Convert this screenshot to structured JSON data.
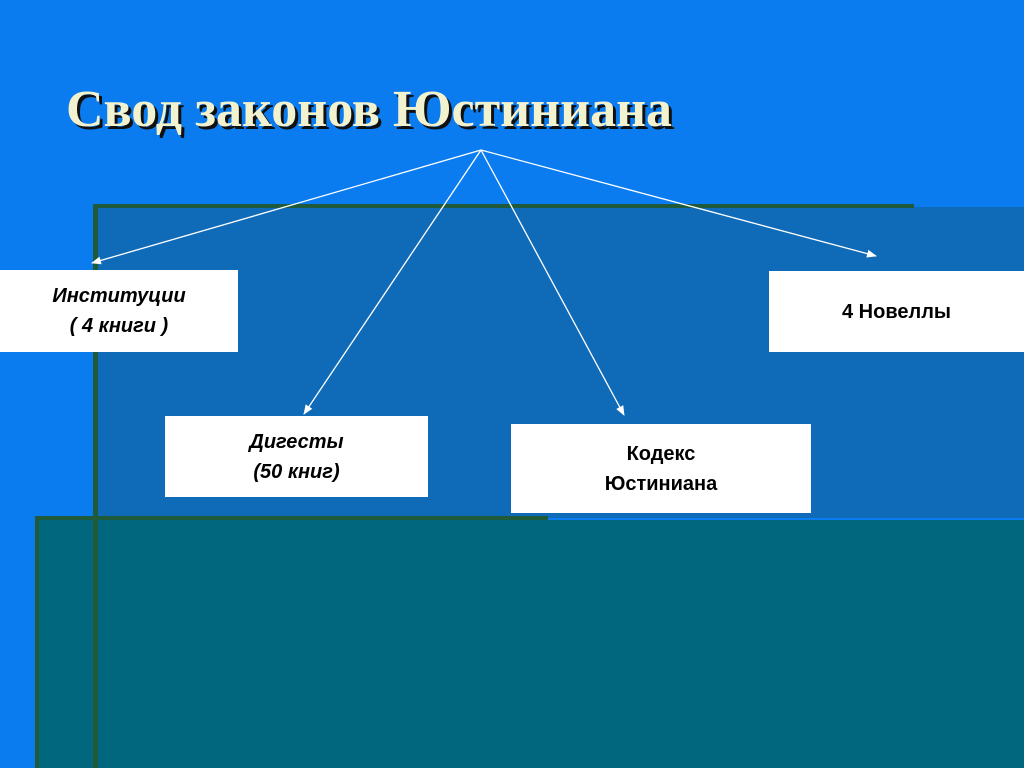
{
  "title": "Свод законов Юстиниана",
  "boxes": {
    "institutions": {
      "line1": "Институции",
      "line2": "( 4 книги )"
    },
    "digests": {
      "line1": "Дигесты",
      "line2": "(50 книг)"
    },
    "codex": {
      "line1": "Кодекс",
      "line2": "Юстиниана"
    },
    "novels": {
      "line1": "4 Новеллы"
    }
  },
  "colors": {
    "background": "#0a7cf0",
    "upper_panel": "#0f6ab8",
    "lower_panel": "#00677e",
    "title_text": "#f3f2cf",
    "arrows": "#ffffff"
  }
}
